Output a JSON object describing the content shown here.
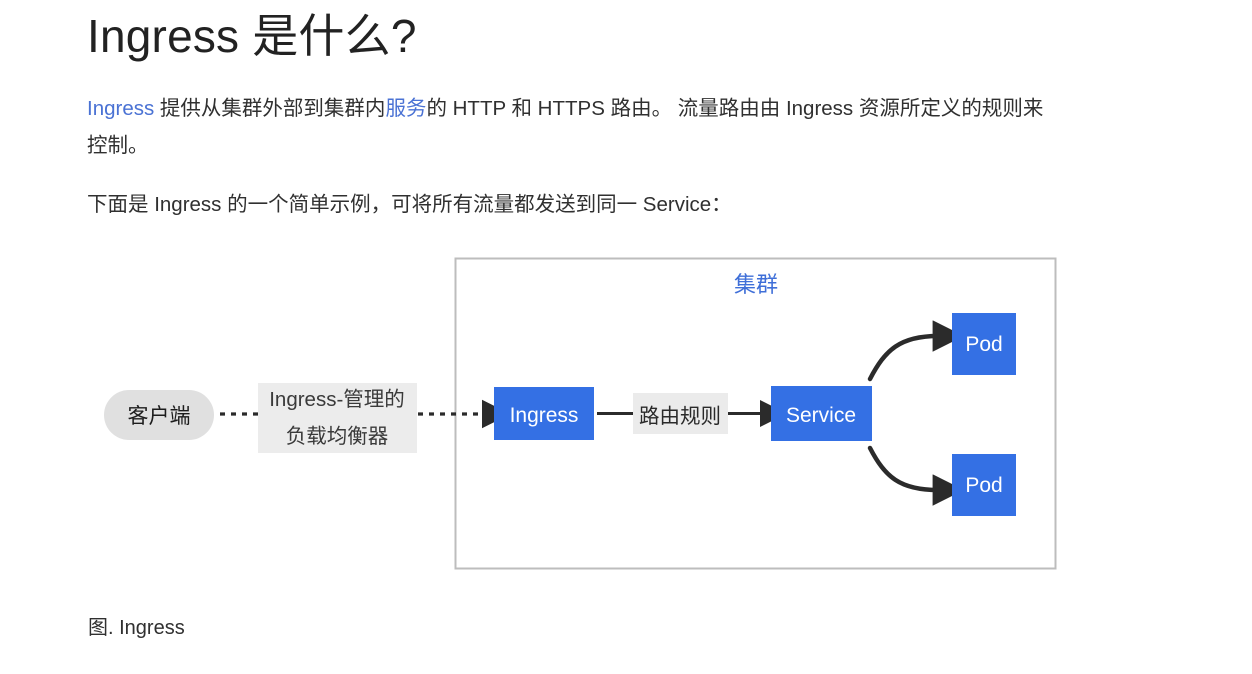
{
  "page": {
    "title": "Ingress 是什么?",
    "background": "#ffffff",
    "text_color": "#303030",
    "link_color": "#4a72d4"
  },
  "paragraphs": {
    "p1": {
      "link1": "Ingress",
      "part1": " 提供从集群外部到集群内",
      "link2": "服务",
      "part2": "的 HTTP 和 HTTPS 路由。 流量路由由 Ingress 资源所定义的规则来控制。"
    },
    "p2": {
      "text": "下面是 Ingress 的一个简单示例，可将所有流量都发送到同一 Service："
    }
  },
  "figure": {
    "caption": "图. Ingress",
    "cluster_label": "集群",
    "cluster_label_color": "#3f6fd8",
    "cluster_border_color": "#bdbdbd",
    "node_fill": "#3470e4",
    "node_text_color": "#ffffff",
    "client": {
      "label": "客户端",
      "fill": "#e0e0e0",
      "text_color": "#1c1c1c"
    },
    "lb_label": {
      "line1": "Ingress-管理的",
      "line2": "负载均衡器",
      "background": "#ececec",
      "text_color": "#3a3a3a"
    },
    "route_label": {
      "text": "路由规则",
      "background": "#ebebeb",
      "text_color": "#2a2a2a"
    },
    "nodes": {
      "ingress": "Ingress",
      "service": "Service",
      "pod_top": "Pod",
      "pod_bottom": "Pod"
    },
    "edges": {
      "client_to_ingress": "dotted-arrow",
      "ingress_to_service": "solid-arrow",
      "service_to_pod_top": "curved-arrow",
      "service_to_pod_bottom": "curved-arrow"
    }
  }
}
